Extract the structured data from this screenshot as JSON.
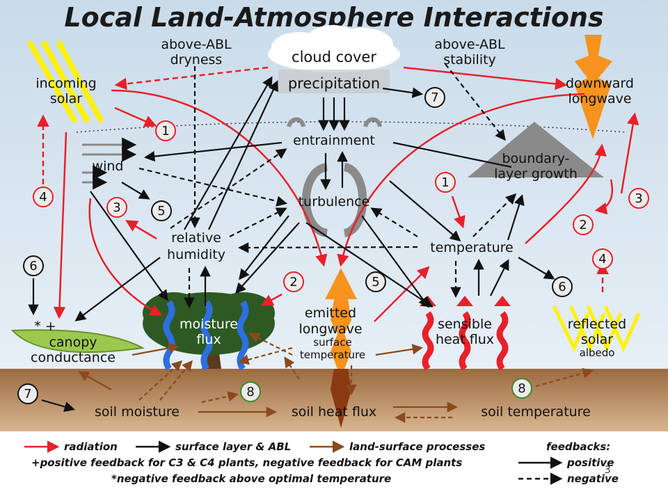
{
  "title": "Local Land-Atmosphere Interactions",
  "colors": {
    "radiation": "#e8202a",
    "surface": "#111111",
    "land": "#8a4a1e",
    "sky": "#dde9f3",
    "soil": "#a9764b",
    "orange": "#f7931e",
    "gray": "#7f7f7f",
    "blue": "#2d6fe0",
    "tree": "#2d5a23",
    "leaf": "#9cc84e",
    "yellow": "#fff200"
  },
  "labels": {
    "above_abl_dryness": [
      "above-ABL",
      "dryness"
    ],
    "cloud_cover": "cloud cover",
    "precipitation": "precipitation",
    "above_abl_stability": [
      "above-ABL",
      "stability"
    ],
    "incoming_solar": [
      "incoming",
      "solar"
    ],
    "downward_longwave": [
      "downward",
      "longwave"
    ],
    "entrainment": "entrainment",
    "wind": "wind",
    "boundary_layer_growth": [
      "boundary-",
      "layer growth"
    ],
    "turbulence": "turbulence",
    "relative_humidity": [
      "relative",
      "humidity"
    ],
    "temperature": "temperature",
    "emitted_longwave": [
      "emitted",
      "longwave"
    ],
    "surface_temperature": [
      "surface",
      "temperature"
    ],
    "moisture_flux": [
      "moisture",
      "flux"
    ],
    "sensible_heat_flux": [
      "sensible",
      "heat flux"
    ],
    "reflected_solar": [
      "reflected",
      "solar"
    ],
    "albedo": "albedo",
    "canopy_conductance": [
      "canopy",
      "conductance"
    ],
    "canopy_marks": "*  +",
    "soil_moisture": "soil moisture",
    "soil_heat_flux": "soil heat flux",
    "soil_temperature": "soil temperature"
  },
  "numbers": {
    "n1a": "1",
    "n1b": "1",
    "n2a": "2",
    "n2b": "2",
    "n3a": "3",
    "n3b": "3",
    "n4a": "4",
    "n4b": "4",
    "n5a": "5",
    "n5b": "5",
    "n6a": "6",
    "n6b": "6",
    "n7a": "7",
    "n7b": "7",
    "n8a": "8",
    "n8b": "8"
  },
  "legend": {
    "radiation": "radiation",
    "surface_layer": "surface layer & ABL",
    "land_surface": "land-surface processes",
    "feedbacks": "feedbacks:",
    "positive": "positive",
    "negative": "negative",
    "note_plus": "+positive feedback for C3 & C4 plants, negative feedback for CAM plants",
    "note_star": "*negative feedback above optimal temperature"
  },
  "page_number": "3"
}
